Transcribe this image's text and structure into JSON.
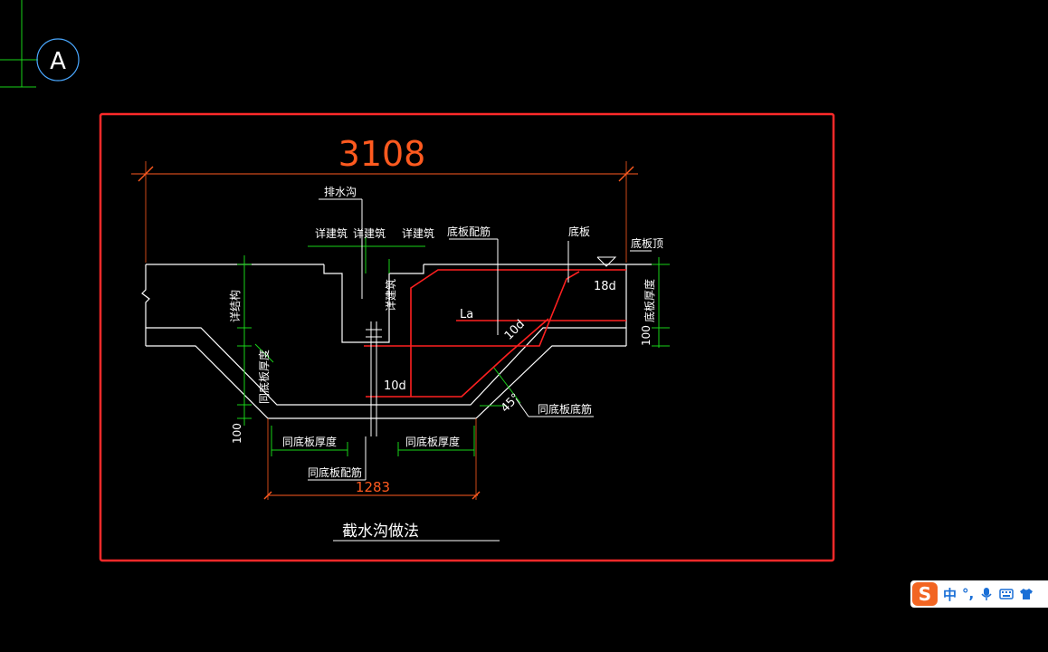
{
  "axis": {
    "label": "A"
  },
  "drawing": {
    "overall_dim": "3108",
    "bottom_dim": "1283",
    "title": "截水沟做法",
    "labels": {
      "drain": "排水沟",
      "detail_a": "详建筑",
      "detail_b": "详建筑",
      "detail_c": "详建筑",
      "detail_vert": "详建筑",
      "slab_rebar": "底板配筋",
      "slab": "底板",
      "slab_top": "底板顶",
      "slab_thickness": "底板厚度",
      "see_struct": "详结构",
      "same_slab_thickness_slope": "同底板厚度",
      "same_slab_thickness_l": "同底板厚度",
      "same_slab_thickness_r": "同底板厚度",
      "same_slab_rebar": "同底板配筋",
      "same_slab_bottom_rebar": "同底板底筋",
      "la": "La",
      "d18": "18d",
      "d10_slope": "10d",
      "d10_bottom": "10d",
      "angle": "45°",
      "dim_100_left": "100",
      "dim_100_right": "100"
    }
  },
  "ime": {
    "logo": "S",
    "mode": "中",
    "punct": "°,"
  },
  "colors": {
    "frame": "#ff2a2a",
    "dim_line": "#ff5a1f",
    "rebar": "#ff2020",
    "green": "#19d219",
    "white": "#ffffff",
    "axis_circle": "#4aa8ff"
  }
}
